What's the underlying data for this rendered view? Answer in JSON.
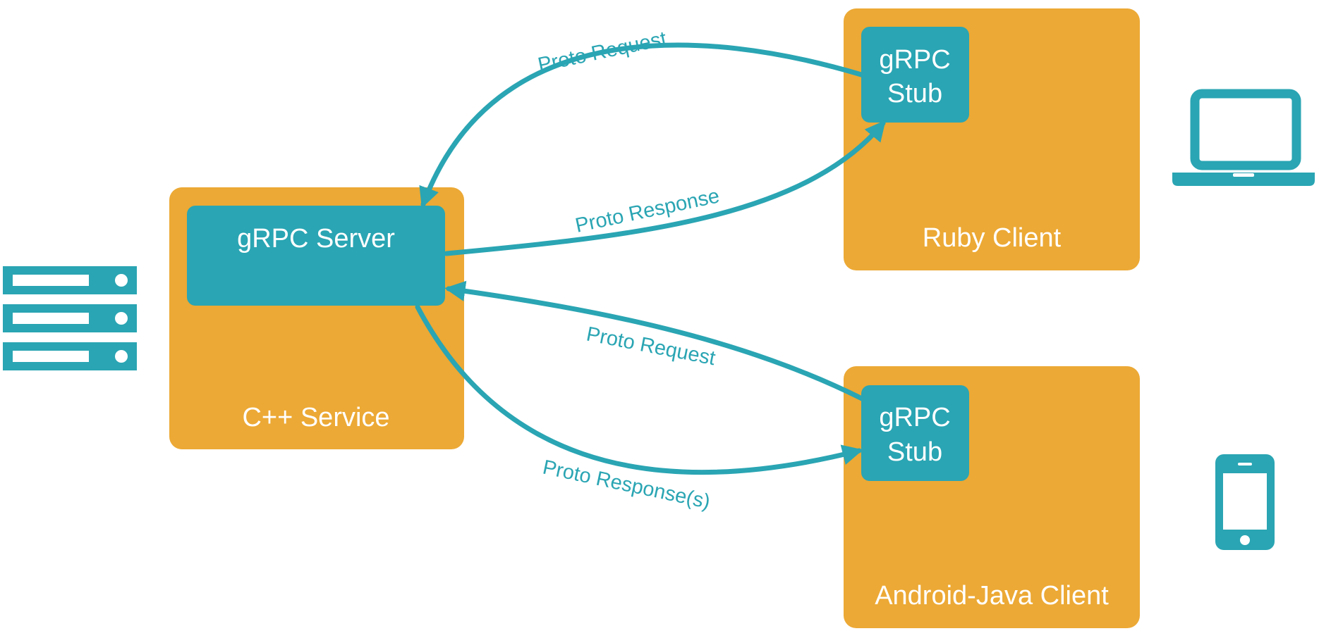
{
  "colors": {
    "service_box": "#eca935",
    "component_box": "#2aa5b3",
    "arrow": "#2aa5b3",
    "box_text": "#ffffff",
    "edge_text": "#2aa5b3",
    "background": "#ffffff"
  },
  "nodes": {
    "cpp_service": {
      "label": "C++ Service",
      "server_label": "gRPC Server",
      "icon": "server-rack-icon"
    },
    "ruby_client": {
      "label": "Ruby Client",
      "stub_line1": "gRPC",
      "stub_line2": "Stub",
      "icon": "laptop-icon"
    },
    "android_client": {
      "label": "Android-Java Client",
      "stub_line1": "gRPC",
      "stub_line2": "Stub",
      "icon": "smartphone-icon"
    }
  },
  "edges": {
    "ruby_request": "Proto Request",
    "ruby_response": "Proto Response",
    "android_request": "Proto Request",
    "android_response": "Proto Response(s)"
  }
}
